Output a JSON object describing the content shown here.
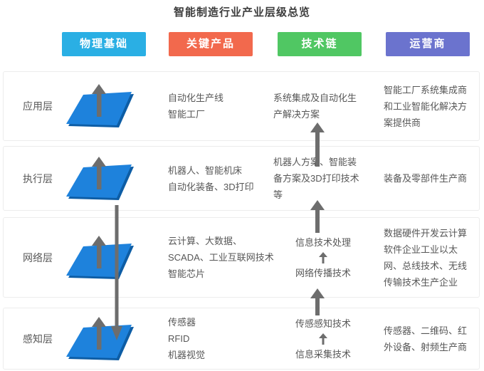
{
  "title": "智能制造行业产业层级总览",
  "columns": [
    {
      "label": "物理基础",
      "color": "#2aafe4"
    },
    {
      "label": "关键产品",
      "color": "#f2694d"
    },
    {
      "label": "技术链",
      "color": "#50c763"
    },
    {
      "label": "运营商",
      "color": "#6b73ce"
    }
  ],
  "rows": [
    {
      "label": "应用层",
      "products": "自动化生产线\n智能工厂",
      "tech": "系统集成及自动化生\n产解决方案",
      "operators": "智能工厂系统集成商\n和工业智能化解决方\n案提供商"
    },
    {
      "label": "执行层",
      "products": "机器人、智能机床\n自动化装备、3D打印",
      "tech": "机器人方案、智能装\n备方案及3D打印技术\n等",
      "operators": "装备及零部件生产商"
    },
    {
      "label": "网络层",
      "products": "云计算、大数据、\nSCADA、工业互联网技术\n智能芯片",
      "tech_top": "信息技术处理",
      "tech_bottom": "网络传播技术",
      "operators": "数据硬件开发云计算\n软件企业工业以太\n网、总线技术、无线\n传输技术生产企业"
    },
    {
      "label": "感知层",
      "products": "传感器\nRFID\n机器视觉",
      "tech_top": "传感感知技术",
      "tech_bottom": "信息采集技术",
      "operators": "传感器、二维码、红\n外设备、射频生产商"
    }
  ],
  "icons": {
    "layer_plate": "blue-3d-layer-plate",
    "up_arrow": "↑",
    "down_arrow": "↓"
  },
  "colors": {
    "plate_top": "#1e82dc",
    "plate_side": "#0d5da5",
    "arrow_gray": "#6d6d6d",
    "row_border": "#ececec",
    "text": "#575757"
  }
}
